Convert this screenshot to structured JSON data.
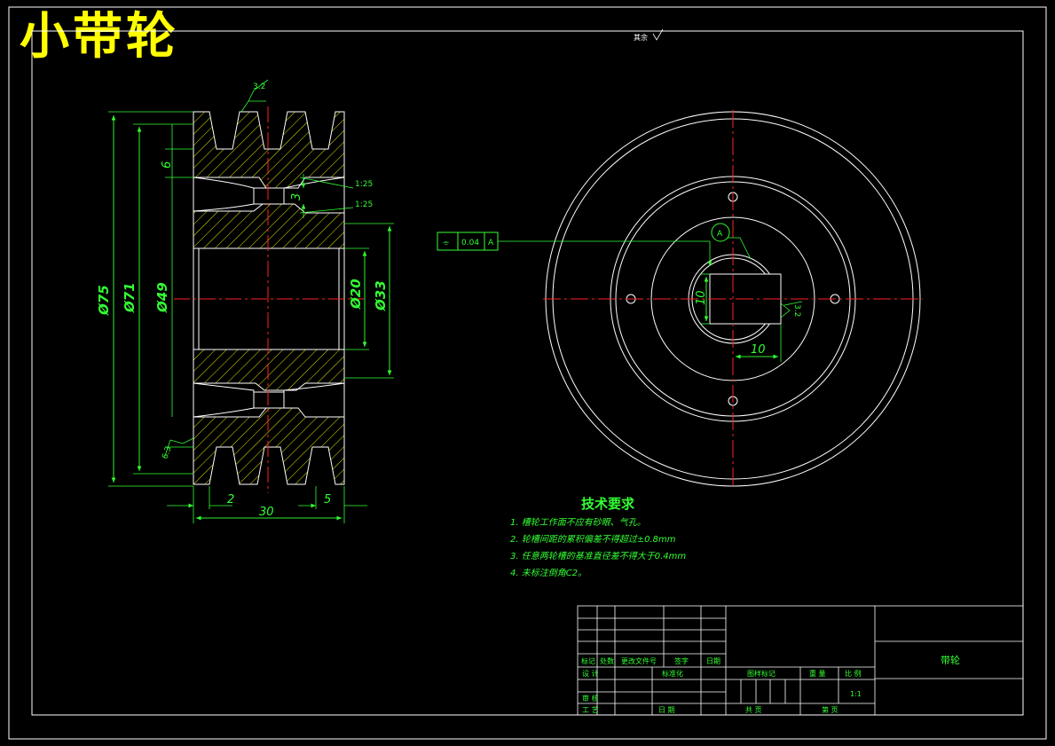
{
  "title": "小带轮",
  "roughness_note": "其余",
  "roughness_top": "3.2",
  "roughness_left": "6.3",
  "roughness_key": "3.2",
  "dimensions": {
    "d75": "Ø75",
    "d71": "Ø71",
    "d49": "Ø49",
    "d20": "Ø20",
    "d33": "Ø33",
    "groove_depth": "6",
    "web_thickness": "3",
    "width_30": "30",
    "left_2": "2",
    "right_5": "5",
    "slope_1": "1:25",
    "slope_2": "1:25",
    "key_width": "10",
    "key_depth": "10"
  },
  "tolerance": {
    "symbol": "⌯",
    "value": "0.04",
    "datum": "A"
  },
  "datum_label": "A",
  "tech": {
    "title": "技术要求",
    "lines": [
      "1. 槽轮工作面不应有砂眼、气孔。",
      "2. 轮槽间距的累积偏差不得超过±0.8mm",
      "3. 任意两轮槽的基准直径差不得大于0.4mm",
      "4. 未标注倒角C2。"
    ]
  },
  "title_block": {
    "headers": [
      "标记",
      "处数",
      "更改文件号",
      "签字",
      "日期"
    ],
    "design": "设 计",
    "standard": "标准化",
    "review": "审 核",
    "process": "工 艺",
    "date": "日 期",
    "stage_mark": "图样标记",
    "weight": "重 量",
    "scale": "比 例",
    "scale_value": "1:1",
    "sheets": "共    页",
    "sheet": "第    页",
    "part_name": "带轮"
  },
  "colors": {
    "frame": "#ffffff",
    "dimension": "#33ff33",
    "centerline": "#ff2222",
    "title": "#ffff00"
  }
}
